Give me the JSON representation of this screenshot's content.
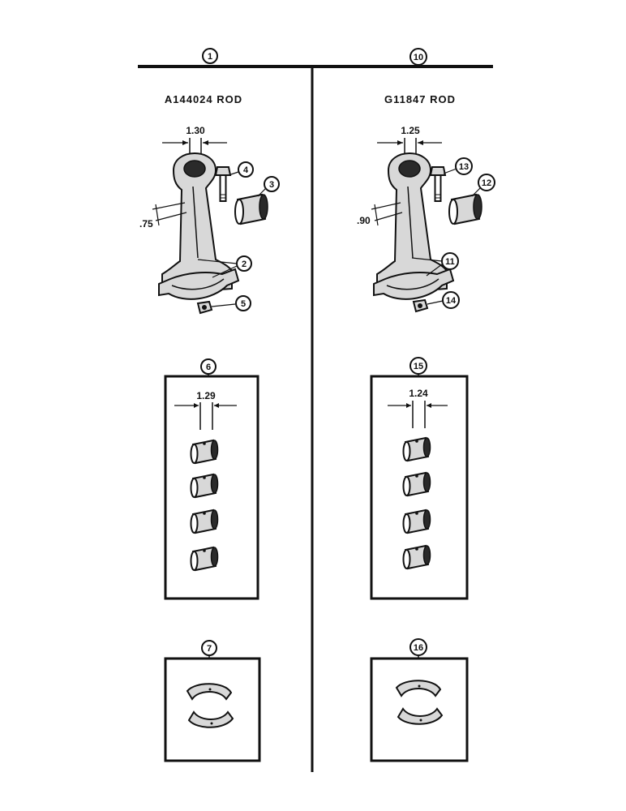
{
  "left": {
    "header_callout": "1",
    "title": "A144024 ROD",
    "rod_dimension": "1.30",
    "rod_offset": ".75",
    "callouts": {
      "bolt": "4",
      "bushing": "3",
      "bearing": "2",
      "nut": "5"
    },
    "bushing_set": {
      "callout": "6",
      "dimension": "1.29"
    },
    "bearing_set": {
      "callout": "7"
    }
  },
  "right": {
    "header_callout": "10",
    "title": "G11847 ROD",
    "rod_dimension": "1.25",
    "rod_offset": ".90",
    "callouts": {
      "bolt": "13",
      "bushing": "12",
      "bearing": "11",
      "nut": "14"
    },
    "bushing_set": {
      "callout": "15",
      "dimension": "1.24"
    },
    "bearing_set": {
      "callout": "16"
    }
  }
}
